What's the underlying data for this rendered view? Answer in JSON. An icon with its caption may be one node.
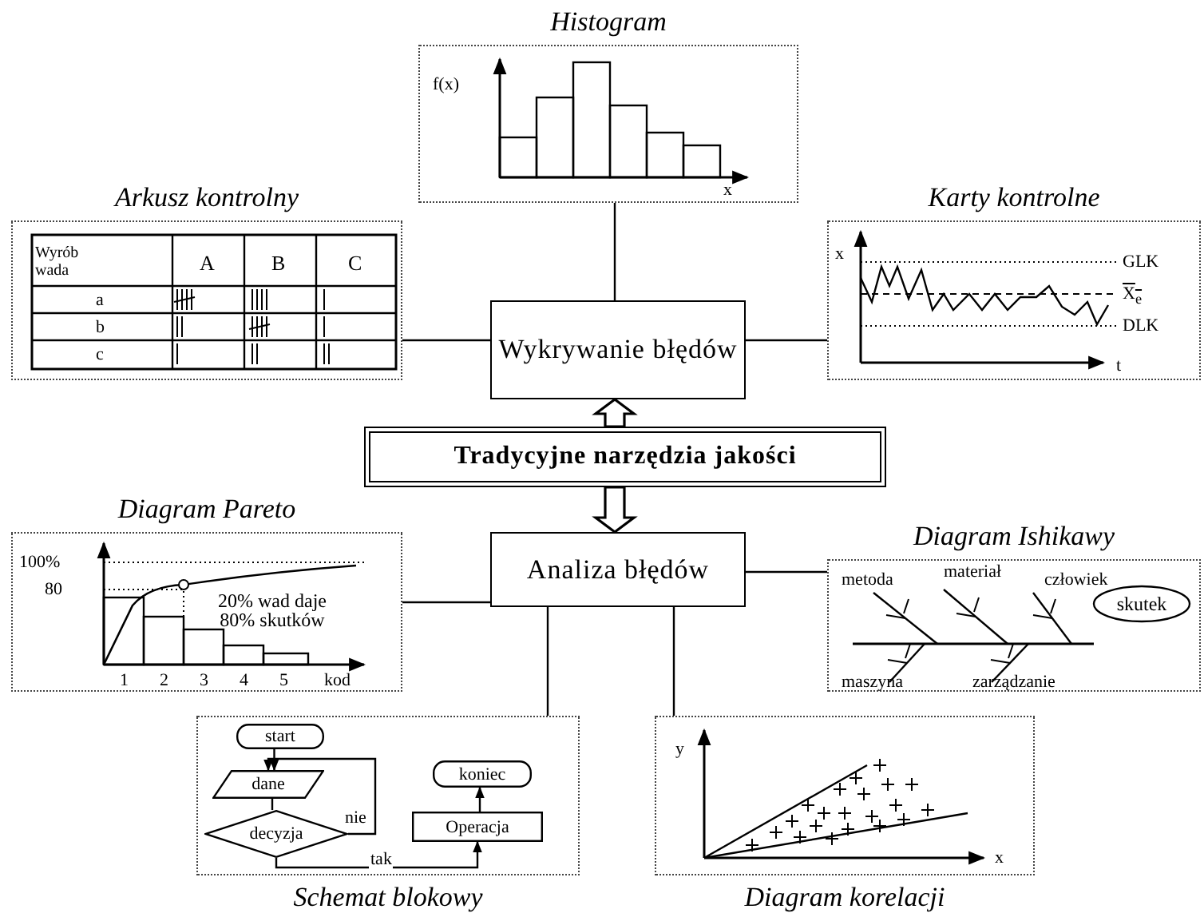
{
  "diagram": {
    "nodes": [
      {
        "text": [
          "Histogram",
          "f(x)",
          "x"
        ]
      },
      {
        "text": [
          "Arkusz kontrolny",
          "Wyrób wada",
          "A",
          "B",
          "C",
          "a",
          "b",
          "c"
        ]
      },
      {
        "text": [
          "Karty kontrolne",
          "x",
          "GLK",
          "X$_{e}$",
          "DLK",
          "t"
        ]
      },
      {
        "text": [
          "Wykrywanie błędów"
        ]
      },
      {
        "text": [
          "Tradycyjne narzędzia jakości"
        ]
      },
      {
        "text": [
          "Diagram Pareto",
          "100%",
          "80",
          "20% wad daje 80% skutków",
          "1",
          "2",
          "3",
          "4",
          "5",
          "kod"
        ]
      },
      {
        "text": [
          "Analiza błędów"
        ]
      },
      {
        "text": [
          "Diagram Ishikawy",
          "metoda",
          "materiał",
          "człowiek",
          "maszyna",
          "zarządzanie"
        ]
      },
      {
        "text": [
          "skutek"
        ],
        "in": 7
      },
      {
        "text": [
          "Schemat blokowy"
        ]
      },
      {
        "text": [
          "start"
        ],
        "in": 9
      },
      {
        "text": [
          "dane"
        ],
        "in": 9
      },
      {
        "text": [
          "decyzja"
        ],
        "in": 9
      },
      {
        "text": [
          "koniec"
        ],
        "in": 9
      },
      {
        "text": [
          "Operacja"
        ],
        "in": 9
      },
      {
        "text": [
          "Diagram korelacji",
          "y",
          "x"
        ]
      }
    ],
    "edges": [
      {
        "from": 3,
        "to": 0,
        "arrow": "none"
      },
      {
        "from": 3,
        "to": 1,
        "arrow": "none"
      },
      {
        "from": 3,
        "to": 2,
        "arrow": "none"
      },
      {
        "from": 4,
        "to": 3,
        "arrow": "to",
        "style": "thick"
      },
      {
        "from": 4,
        "to": 6,
        "arrow": "to",
        "style": "thick"
      },
      {
        "from": 6,
        "to": 5,
        "arrow": "none"
      },
      {
        "from": 6,
        "to": 7,
        "arrow": "none"
      },
      {
        "from": 6,
        "to": 9,
        "arrow": "none"
      },
      {
        "from": 6,
        "to": 15,
        "arrow": "none"
      },
      {
        "from": 10,
        "to": 11,
        "arrow": "to"
      },
      {
        "from": 11,
        "to": 12,
        "arrow": "none"
      },
      {
        "from": 12,
        "to": 11,
        "arrow": "to",
        "label": "nie"
      },
      {
        "from": 12,
        "to": 14,
        "arrow": "to",
        "label": "tak"
      },
      {
        "from": 14,
        "to": 13,
        "arrow": "to"
      }
    ]
  }
}
